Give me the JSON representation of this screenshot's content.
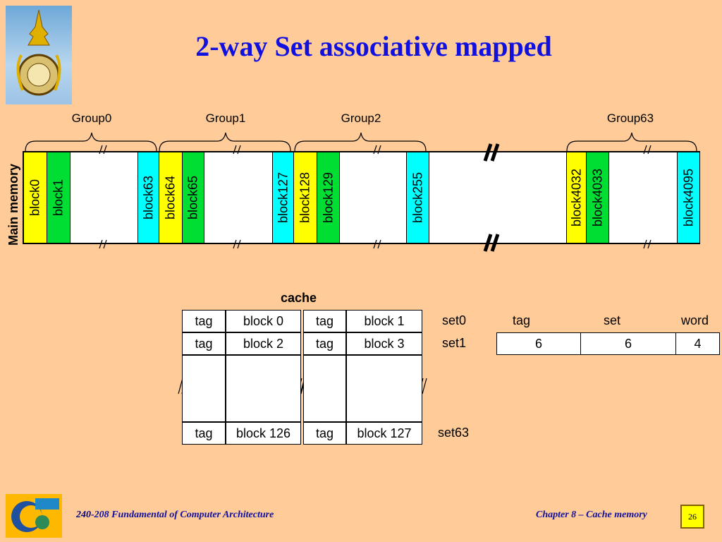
{
  "title": "2-way Set associative mapped",
  "main_memory_label": "Main memory",
  "groups": [
    "Group0",
    "Group1",
    "Group2",
    "Group63"
  ],
  "memory_blocks": [
    {
      "label": "block0",
      "color": "#FFFF00"
    },
    {
      "label": "block1",
      "color": "#00DD33"
    },
    {
      "label": "block63",
      "color": "#00FFFF"
    },
    {
      "label": "block64",
      "color": "#FFFF00"
    },
    {
      "label": "block65",
      "color": "#00DD33"
    },
    {
      "label": "block127",
      "color": "#00FFFF"
    },
    {
      "label": "block128",
      "color": "#FFFF00"
    },
    {
      "label": "block129",
      "color": "#00DD33"
    },
    {
      "label": "block255",
      "color": "#00FFFF"
    },
    {
      "label": "block4032",
      "color": "#FFFF00"
    },
    {
      "label": "block4033",
      "color": "#00DD33"
    },
    {
      "label": "block4095",
      "color": "#00FFFF"
    }
  ],
  "cache": {
    "label": "cache",
    "tag": "tag",
    "rows": [
      {
        "b1": "block 0",
        "b2": "block 1",
        "set": "set0"
      },
      {
        "b1": "block 2",
        "b2": "block 3",
        "set": "set1"
      },
      {
        "b1": "block 126",
        "b2": "block 127",
        "set": "set63"
      }
    ]
  },
  "address": {
    "fields": [
      "tag",
      "set",
      "word"
    ],
    "bits": [
      "6",
      "6",
      "4"
    ]
  },
  "footer": {
    "course_num": "240-",
    "course_rest": "208 Fundamental of Computer Architecture",
    "chapter": "Chapter 8 – Cache memory",
    "page": "26"
  },
  "icons": [
    "university-seal-icon",
    "computer-engineering-logo-icon",
    "page-number-chip-icon"
  ]
}
